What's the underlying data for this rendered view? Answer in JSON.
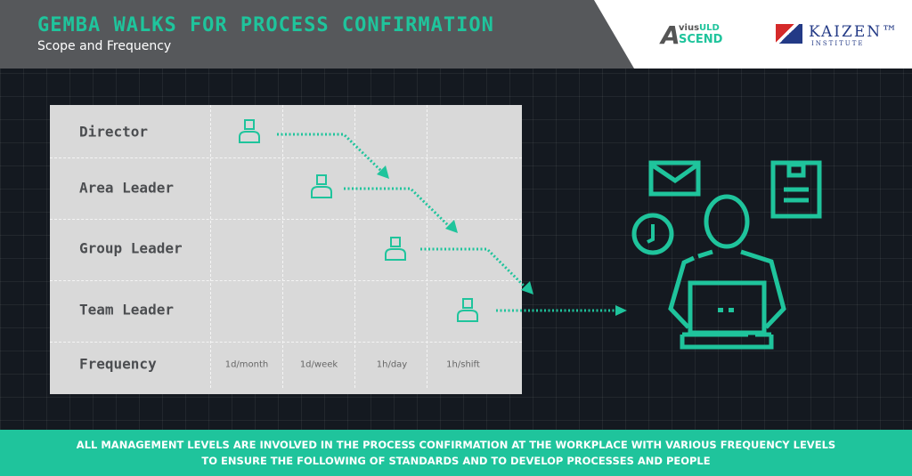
{
  "header": {
    "title": "GEMBA WALKS FOR PROCESS CONFIRMATION",
    "subtitle": "Scope and Frequency",
    "logos": [
      {
        "name": "AviusULD Ascend",
        "line1": "vius",
        "line1b": "ULD",
        "line2": "SCEND",
        "mark": "A"
      },
      {
        "name": "Kaizen Institute",
        "line1": "KAIZEN™",
        "line2": "INSTITUTE"
      }
    ]
  },
  "table": {
    "roles": [
      "Director",
      "Area Leader",
      "Group Leader",
      "Team Leader"
    ],
    "frequency_label": "Frequency",
    "frequencies": [
      "1d/month",
      "1d/week",
      "1h/day",
      "1h/shift"
    ]
  },
  "colors": {
    "accent": "#1fc49c",
    "header": "#56585b",
    "panel": "#d9d9d9",
    "background": "#141920"
  },
  "icons": [
    "person-icon",
    "envelope-icon",
    "document-icon",
    "clock-icon",
    "person-at-laptop-icon"
  ],
  "footer": {
    "line1": "ALL MANAGEMENT LEVELS ARE INVOLVED IN THE PROCESS CONFIRMATION AT THE WORKPLACE WITH VARIOUS FREQUENCY LEVELS",
    "line2": "TO ENSURE THE FOLLOWING OF STANDARDS AND TO DEVELOP PROCESSES AND PEOPLE"
  }
}
